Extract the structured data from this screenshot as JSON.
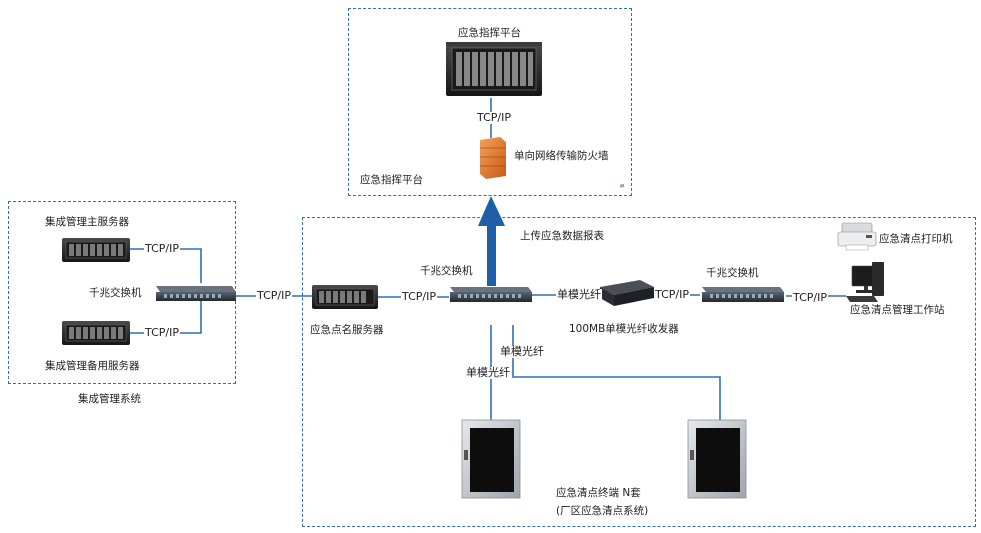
{
  "platform_box": {
    "device_label": "应急指挥平台",
    "protocol": "TCP/IP",
    "firewall_label": "单向网络传输防火墙",
    "box_label": "应急指挥平台"
  },
  "upload_label": "上传应急数据报表",
  "integrated_box": {
    "main_server_label": "集成管理主服务器",
    "backup_server_label": "集成管理备用服务器",
    "switch_label": "千兆交换机",
    "protocol_top": "TCP/IP",
    "protocol_bottom": "TCP/IP",
    "box_label": "集成管理系统"
  },
  "link_protocol": "TCP/IP",
  "rollcall_server": {
    "label": "应急点名服务器",
    "protocol": "TCP/IP"
  },
  "plant_box": {
    "switch_left_label": "千兆交换机",
    "fiber_label_right": "单模光纤",
    "transceiver_label": "100MB单模光纤收发器",
    "transceiver_protocol": "TCP/IP",
    "switch_right_label": "千兆交换机",
    "workstation_protocol": "TCP/IP",
    "printer_label": "应急清点打印机",
    "workstation_label": "应急清点管理工作站",
    "fiber_label_down1": "单模光纤",
    "fiber_label_down2": "单模光纤",
    "terminals_label_line1": "应急清点终端 N套",
    "terminals_label_line2": "(厂区应急清点系统)"
  },
  "colors": {
    "box_border": "#2f6fb5",
    "link_line": "#2f6fb5",
    "arrow": "#1f5fa8",
    "firewall": "#e07a2a"
  }
}
